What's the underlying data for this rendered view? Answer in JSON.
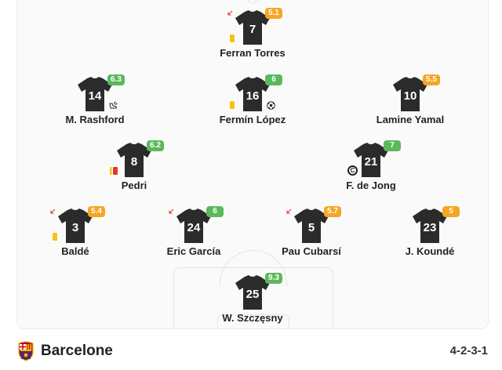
{
  "team": {
    "name": "Barcelone",
    "formation": "4-2-3-1"
  },
  "colors": {
    "rating_orange": "#f5a623",
    "rating_green": "#5cb85c",
    "shirt": "#2b2b2b"
  },
  "players": [
    {
      "id": "torres",
      "name": "Ferran Torres",
      "number": "7",
      "rating": "5.1",
      "rating_color": "#f5a623",
      "subbed_off": true,
      "yellow_card": true
    },
    {
      "id": "rashford",
      "name": "M. Rashford",
      "number": "14",
      "rating": "6.3",
      "rating_color": "#5cb85c",
      "assist": true
    },
    {
      "id": "lopez",
      "name": "Fermín López",
      "number": "16",
      "rating": "6",
      "rating_color": "#5cb85c",
      "yellow_card": true,
      "goal": true
    },
    {
      "id": "yamal",
      "name": "Lamine Yamal",
      "number": "10",
      "rating": "5.5",
      "rating_color": "#f5a623"
    },
    {
      "id": "pedri",
      "name": "Pedri",
      "number": "8",
      "rating": "6.2",
      "rating_color": "#5cb85c",
      "red_card": true
    },
    {
      "id": "dejong",
      "name": "F. de Jong",
      "number": "21",
      "rating": "7",
      "rating_color": "#5cb85c",
      "captain": true,
      "captain_label": "C"
    },
    {
      "id": "balde",
      "name": "Baldé",
      "number": "3",
      "rating": "5.4",
      "rating_color": "#f5a623",
      "subbed_off": true,
      "yellow_card": true
    },
    {
      "id": "garcia",
      "name": "Eric García",
      "number": "24",
      "rating": "6",
      "rating_color": "#5cb85c",
      "subbed_off": true
    },
    {
      "id": "cubarsi",
      "name": "Pau Cubarsí",
      "number": "5",
      "rating": "5.7",
      "rating_color": "#f5a623",
      "subbed_off": true
    },
    {
      "id": "kounde",
      "name": "J. Koundé",
      "number": "23",
      "rating": "5",
      "rating_color": "#f5a623"
    },
    {
      "id": "szczesny",
      "name": "W. Szczęsny",
      "number": "25",
      "rating": "9.3",
      "rating_color": "#5cb85c"
    }
  ]
}
